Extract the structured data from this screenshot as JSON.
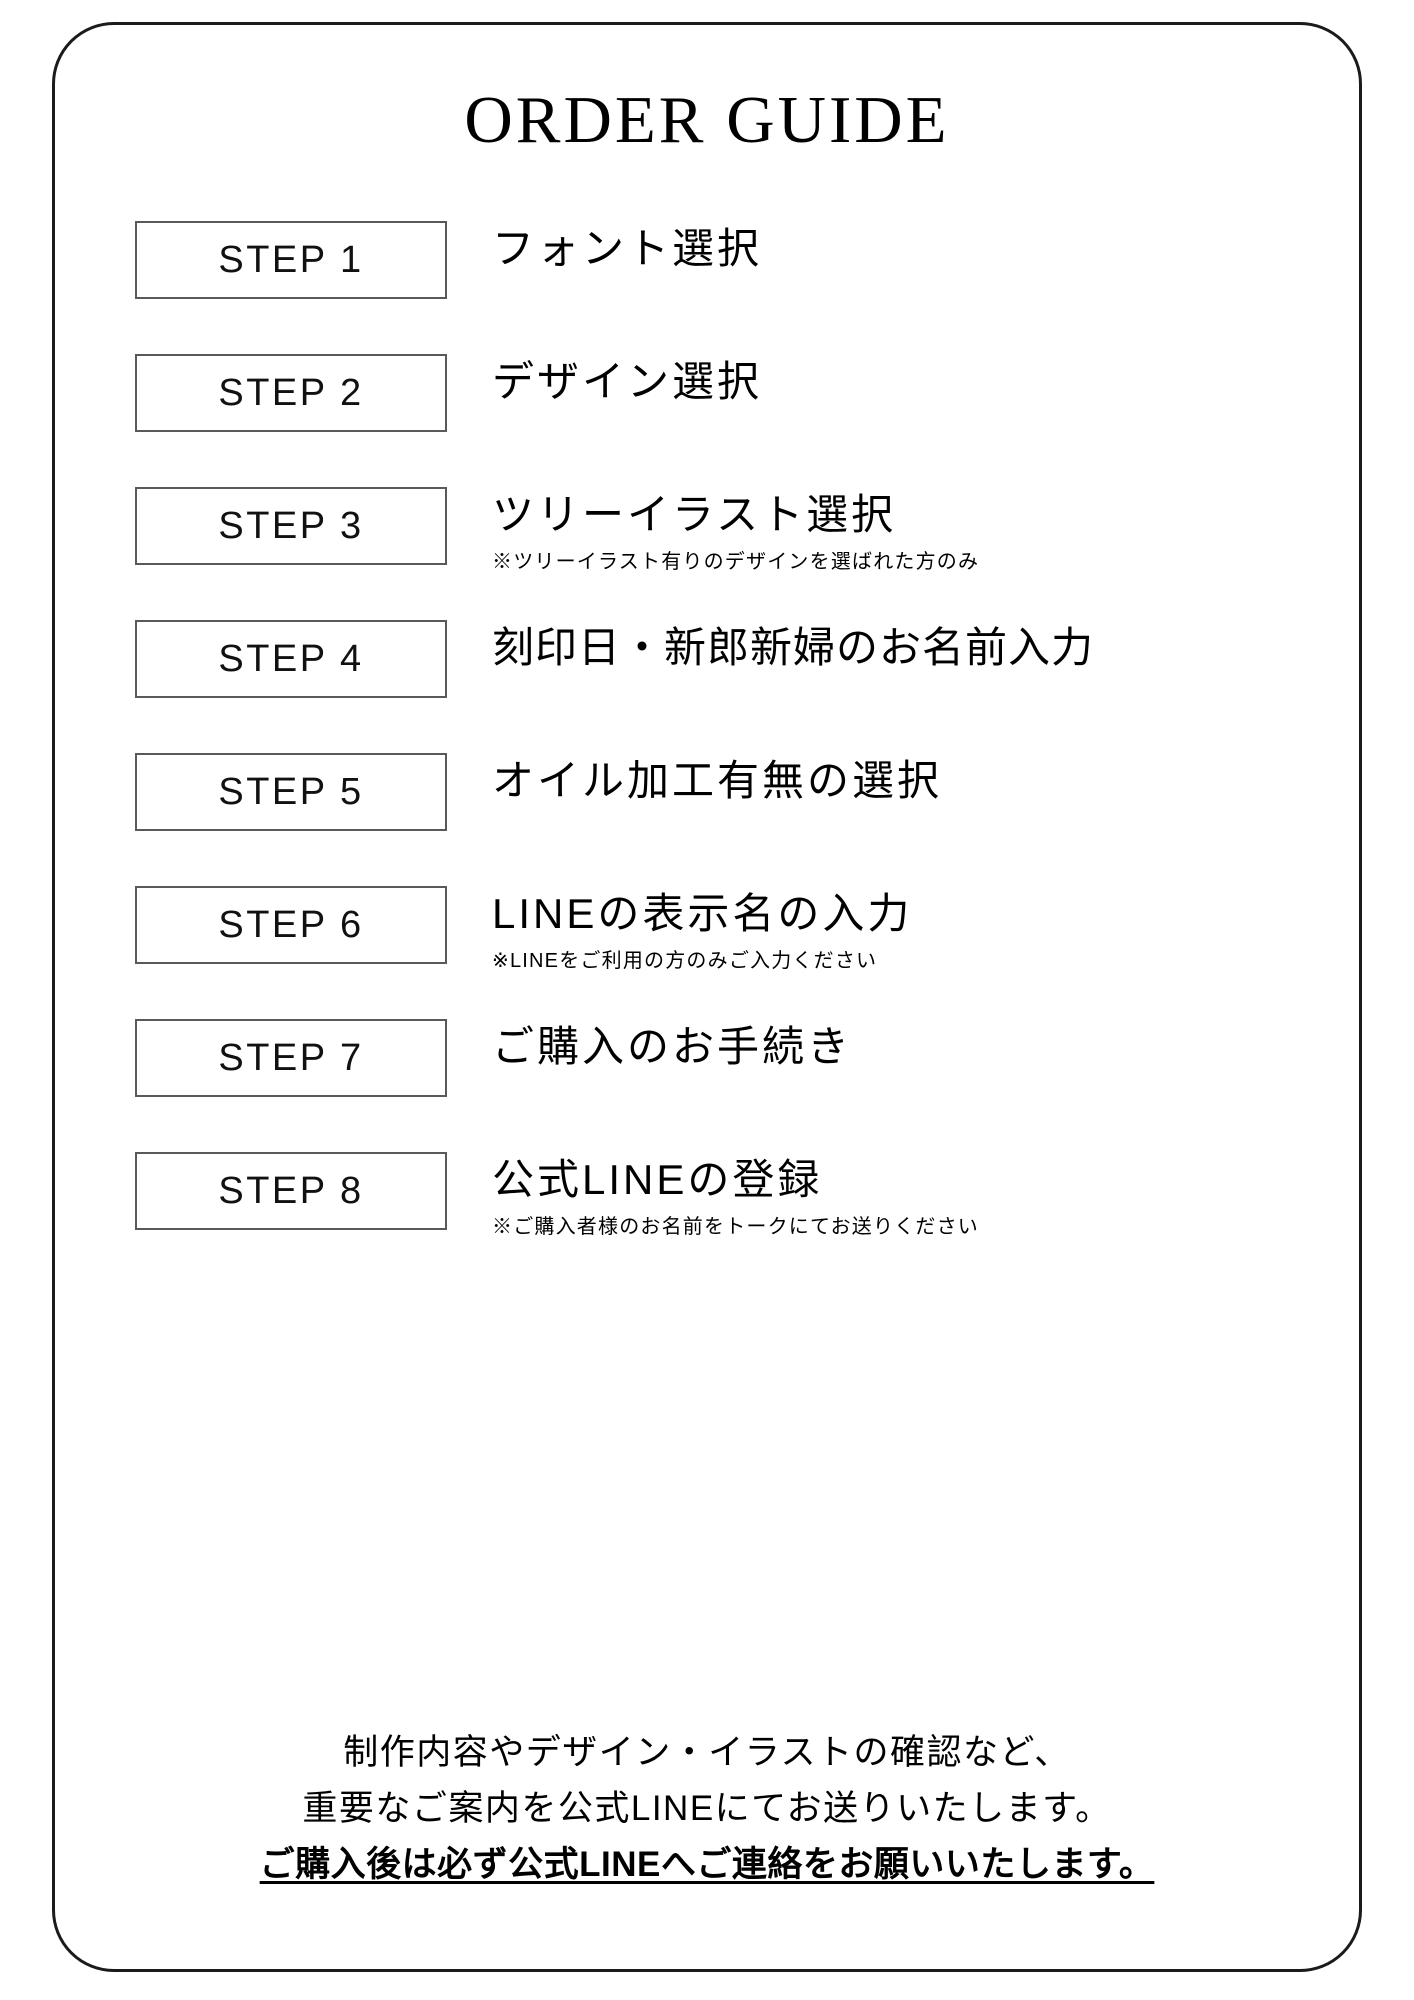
{
  "card": {
    "title": "ORDER GUIDE"
  },
  "steps": [
    {
      "badge": "STEP 1",
      "label": "フォント選択",
      "note": ""
    },
    {
      "badge": "STEP 2",
      "label": "デザイン選択",
      "note": ""
    },
    {
      "badge": "STEP 3",
      "label": "ツリーイラスト選択",
      "note": "※ツリーイラスト有りのデザインを選ばれた方のみ"
    },
    {
      "badge": "STEP 4",
      "label": "刻印日・新郎新婦のお名前入力",
      "note": ""
    },
    {
      "badge": "STEP 5",
      "label": "オイル加工有無の選択",
      "note": ""
    },
    {
      "badge": "STEP 6",
      "label": "LINEの表示名の入力",
      "note": "※LINEをご利用の方のみご入力ください"
    },
    {
      "badge": "STEP 7",
      "label": "ご購入のお手続き",
      "note": ""
    },
    {
      "badge": "STEP 8",
      "label": "公式LINEの登録",
      "note": "※ご購入者様のお名前をトークにてお送りください"
    }
  ],
  "footer": {
    "line1": "制作内容やデザイン・イラストの確認など、",
    "line2": "重要なご案内を公式LINEにてお送りいたします。",
    "line3": "ご購入後は必ず公式LINEへご連絡をお願いいたします。"
  },
  "colors": {
    "card_border": "#1b1b1b",
    "step_box_border": "#595959",
    "text": "#000000",
    "background": "#ffffff"
  }
}
